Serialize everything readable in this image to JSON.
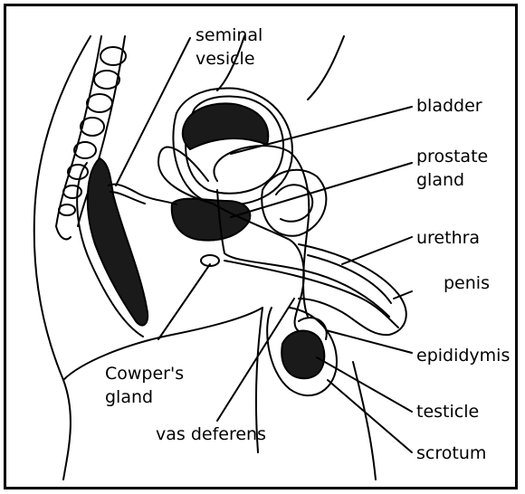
{
  "labels": {
    "seminal_vesicle": [
      "seminal",
      "vesicle"
    ],
    "bladder": "bladder",
    "prostate_gland": [
      "prostate",
      "gland"
    ],
    "urethra": "urethra",
    "penis": "penis",
    "epididymis": "epididymis",
    "cowpers_gland": [
      "Cowper's",
      "gland"
    ],
    "testicle": "testicle",
    "vas_deferens": "vas deferens",
    "scrotum": "scrotum"
  }
}
